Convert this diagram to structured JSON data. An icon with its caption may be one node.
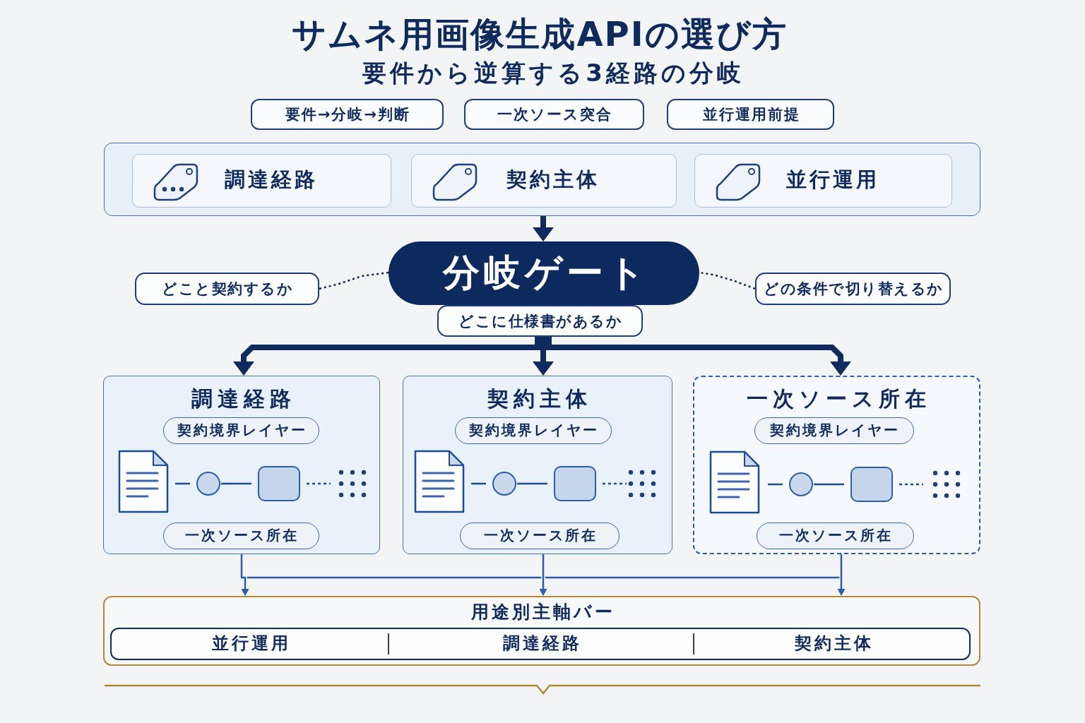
{
  "diagram": {
    "title": "サムネ用画像生成APIの選び方",
    "nodes": [
      {
        "text": [
          "要件→分岐→判断"
        ]
      },
      {
        "text": [
          "一次ソース突合"
        ]
      },
      {
        "text": [
          "並行運用前提"
        ]
      },
      {
        "text": [],
        "shape": "box"
      },
      {
        "text": [
          "調達経路"
        ],
        "in": 3
      },
      {
        "text": [
          "契約主体"
        ],
        "in": 3
      },
      {
        "text": [
          "並行運用"
        ],
        "in": 3
      },
      {
        "text": [
          "分岐ゲート"
        ]
      },
      {
        "text": [
          "どこと契約するか"
        ]
      },
      {
        "text": [
          "どの条件で切り替えるか"
        ]
      },
      {
        "text": [
          "どこに仕様書があるか"
        ]
      },
      {
        "text": [
          "調達経路"
        ]
      },
      {
        "text": [
          "契約境界レイヤー"
        ],
        "in": 11
      },
      {
        "text": [
          "一次ソース所在"
        ],
        "in": 11
      },
      {
        "text": [
          "契約主体"
        ]
      },
      {
        "text": [
          "契約境界レイヤー"
        ],
        "in": 14
      },
      {
        "text": [
          "一次ソース所在"
        ],
        "in": 14
      },
      {
        "text": [
          "一次ソース所在"
        ]
      },
      {
        "text": [
          "契約境界レイヤー"
        ],
        "in": 17
      },
      {
        "text": [
          "一次ソース所在"
        ],
        "in": 17
      },
      {
        "text": [
          "用途別主軸バー"
        ]
      },
      {
        "text": [
          "並行運用",
          "調達経路",
          "契約主体"
        ],
        "in": 20
      }
    ],
    "edges": [
      {
        "from": 3,
        "to": 7,
        "arrow": "to",
        "style": "thick"
      },
      {
        "from": 8,
        "to": 7,
        "arrow": "none",
        "style": "dashed"
      },
      {
        "from": 9,
        "to": 7,
        "arrow": "none",
        "style": "dashed"
      },
      {
        "from": 10,
        "to": 11,
        "arrow": "to",
        "style": "thick"
      },
      {
        "from": 10,
        "to": 14,
        "arrow": "to",
        "style": "thick"
      },
      {
        "from": 10,
        "to": 17,
        "arrow": "to",
        "style": "thick"
      },
      {
        "from": 11,
        "to": 20,
        "arrow": "to",
        "color": "#2f5ca8"
      },
      {
        "from": 14,
        "to": 20,
        "arrow": "to",
        "color": "#2f5ca8"
      },
      {
        "from": 17,
        "to": 20,
        "arrow": "to",
        "color": "#2f5ca8"
      }
    ],
    "labels": [
      "要件から逆算する3経路の分岐"
    ]
  }
}
